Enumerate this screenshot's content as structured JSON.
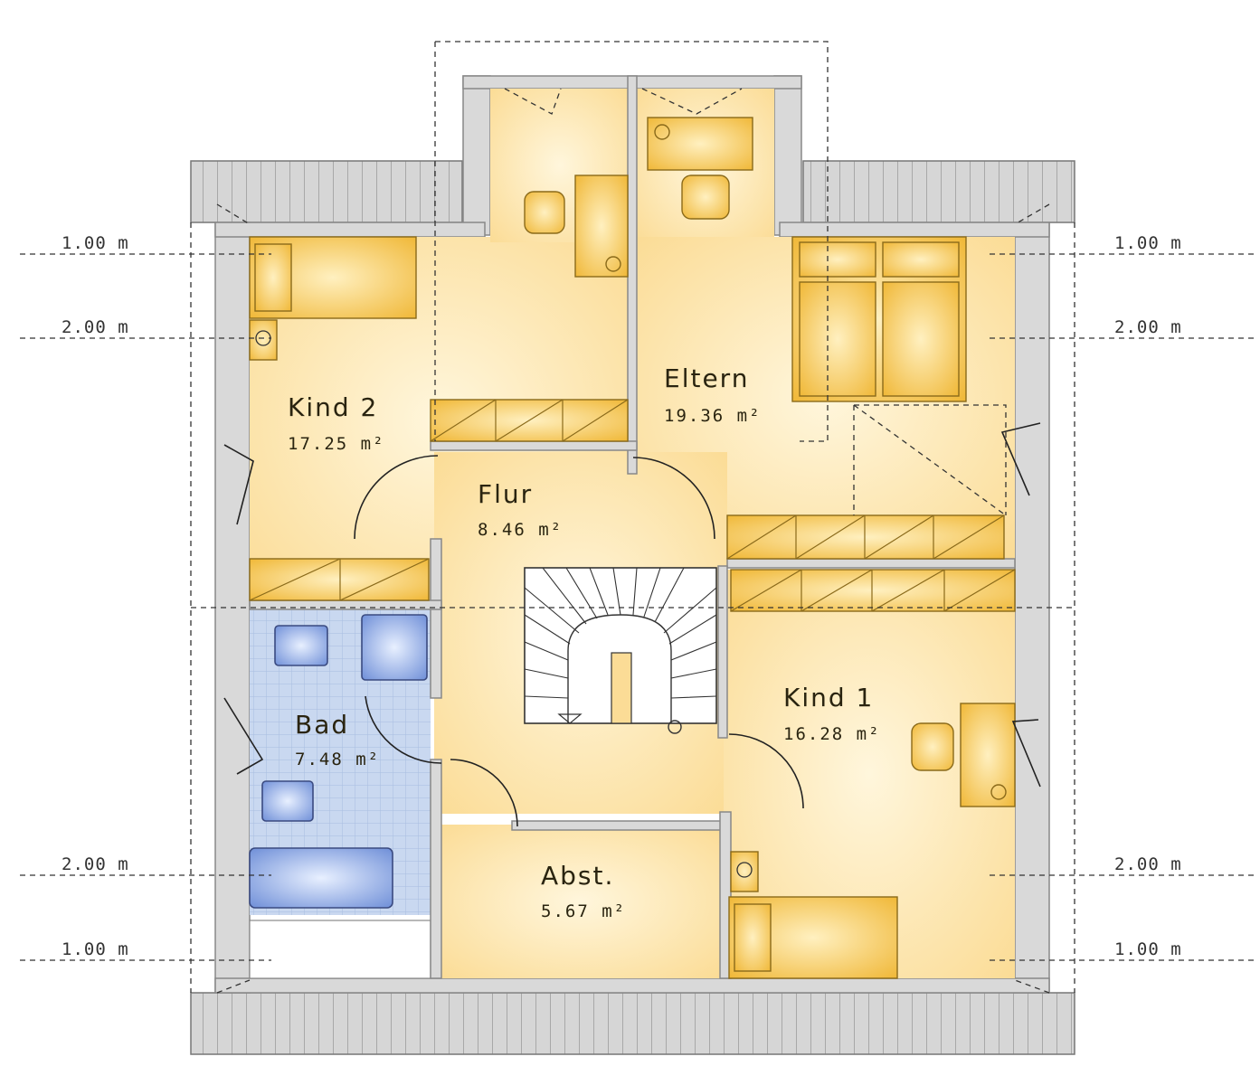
{
  "rooms": [
    {
      "id": "kind2",
      "name": "Kind 2",
      "area": "17.25 m²"
    },
    {
      "id": "eltern",
      "name": "Eltern",
      "area": "19.36 m²"
    },
    {
      "id": "flur",
      "name": "Flur",
      "area": "8.46 m²"
    },
    {
      "id": "bad",
      "name": "Bad",
      "area": "7.48 m²"
    },
    {
      "id": "kind1",
      "name": "Kind 1",
      "area": "16.28 m²"
    },
    {
      "id": "abst",
      "name": "Abst.",
      "area": "5.67 m²"
    }
  ],
  "height_markers": {
    "left": [
      "1.00 m",
      "2.00 m",
      "2.00 m",
      "1.00 m"
    ],
    "right": [
      "1.00 m",
      "2.00 m",
      "2.00 m",
      "1.00 m"
    ]
  },
  "colors": {
    "floor": "#fce4a8",
    "furniture": "#f5c85a",
    "wall": "#d9d9d9",
    "bath_tile": "#c9d8f0",
    "sanitary": "#6f8fd8"
  }
}
